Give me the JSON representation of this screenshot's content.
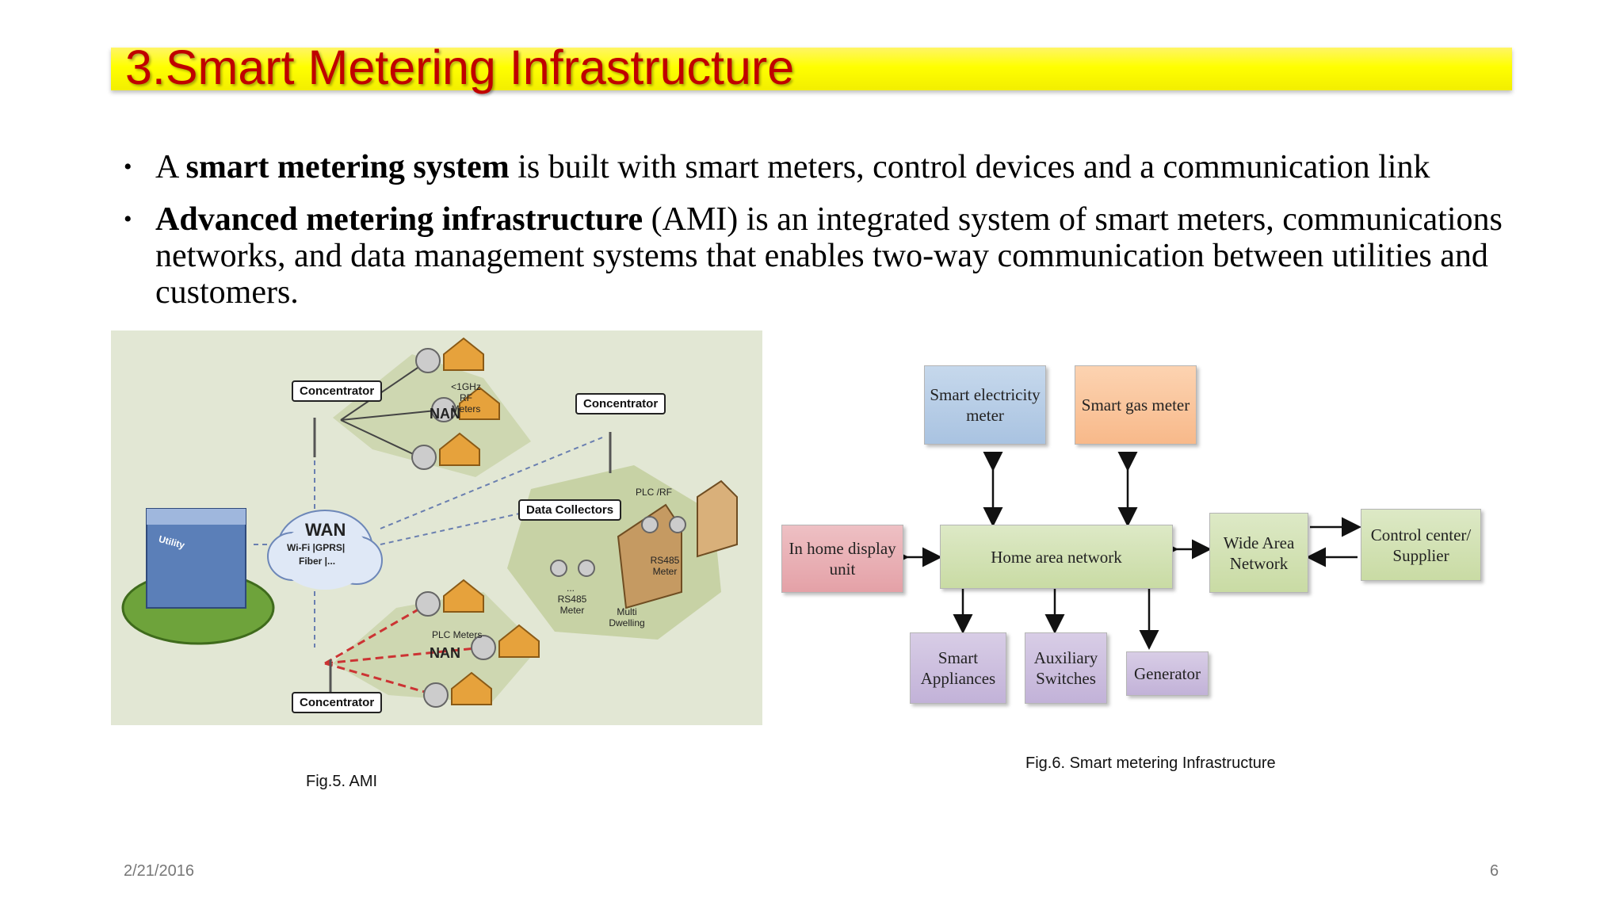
{
  "slide": {
    "title": "3.Smart Metering Infrastructure",
    "bullets": [
      {
        "pre": "A ",
        "bold": "smart metering system",
        "post": " is built with smart meters, control devices and a communication link"
      },
      {
        "pre": "",
        "bold": "Advanced metering infrastructure",
        "post": " (AMI) is an integrated system of smart meters, communications networks, and data management systems that enables two-way communication between utilities and customers."
      }
    ],
    "date": "2/21/2016",
    "page_number": "6"
  },
  "fig5": {
    "caption": "Fig.5. AMI",
    "concentrator_top": "Concentrator",
    "concentrator_right": "Concentrator",
    "concentrator_bottom": "Concentrator",
    "data_collectors": "Data Collectors",
    "utility": "Utility",
    "wan_title": "WAN",
    "wan_line1": "Wi-Fi |GPRS|",
    "wan_line2": "Fiber |...",
    "nan_top": "NAN",
    "nan_bottom": "NAN",
    "rf_meters": "<1GHz RF Meters",
    "plc_meters": "PLC Meters",
    "plc_rf": "PLC /RF",
    "rs485_meter_a": "RS485 Meter",
    "rs485_meter_b": "RS485 Meter",
    "multi_dwelling": "Multi Dwelling",
    "ellipsis": "..."
  },
  "fig6": {
    "caption": "Fig.6. Smart metering Infrastructure",
    "smart_electricity_meter": "Smart electricity meter",
    "smart_gas_meter": "Smart gas meter",
    "in_home_display": "In home display unit",
    "home_area_network": "Home area network",
    "wide_area_network": "Wide Area Network",
    "control_center": "Control center/ Supplier",
    "smart_appliances": "Smart Appliances",
    "auxiliary_switches": "Auxiliary Switches",
    "generator": "Generator"
  },
  "colors": {
    "title_bar": "#ffff00",
    "title_text": "#c00000",
    "box_green": "#d3e2b6",
    "box_blue": "#b8cde7",
    "box_orange": "#fac6a0",
    "box_pink": "#e9b0b5",
    "box_purple": "#cdc0df"
  }
}
